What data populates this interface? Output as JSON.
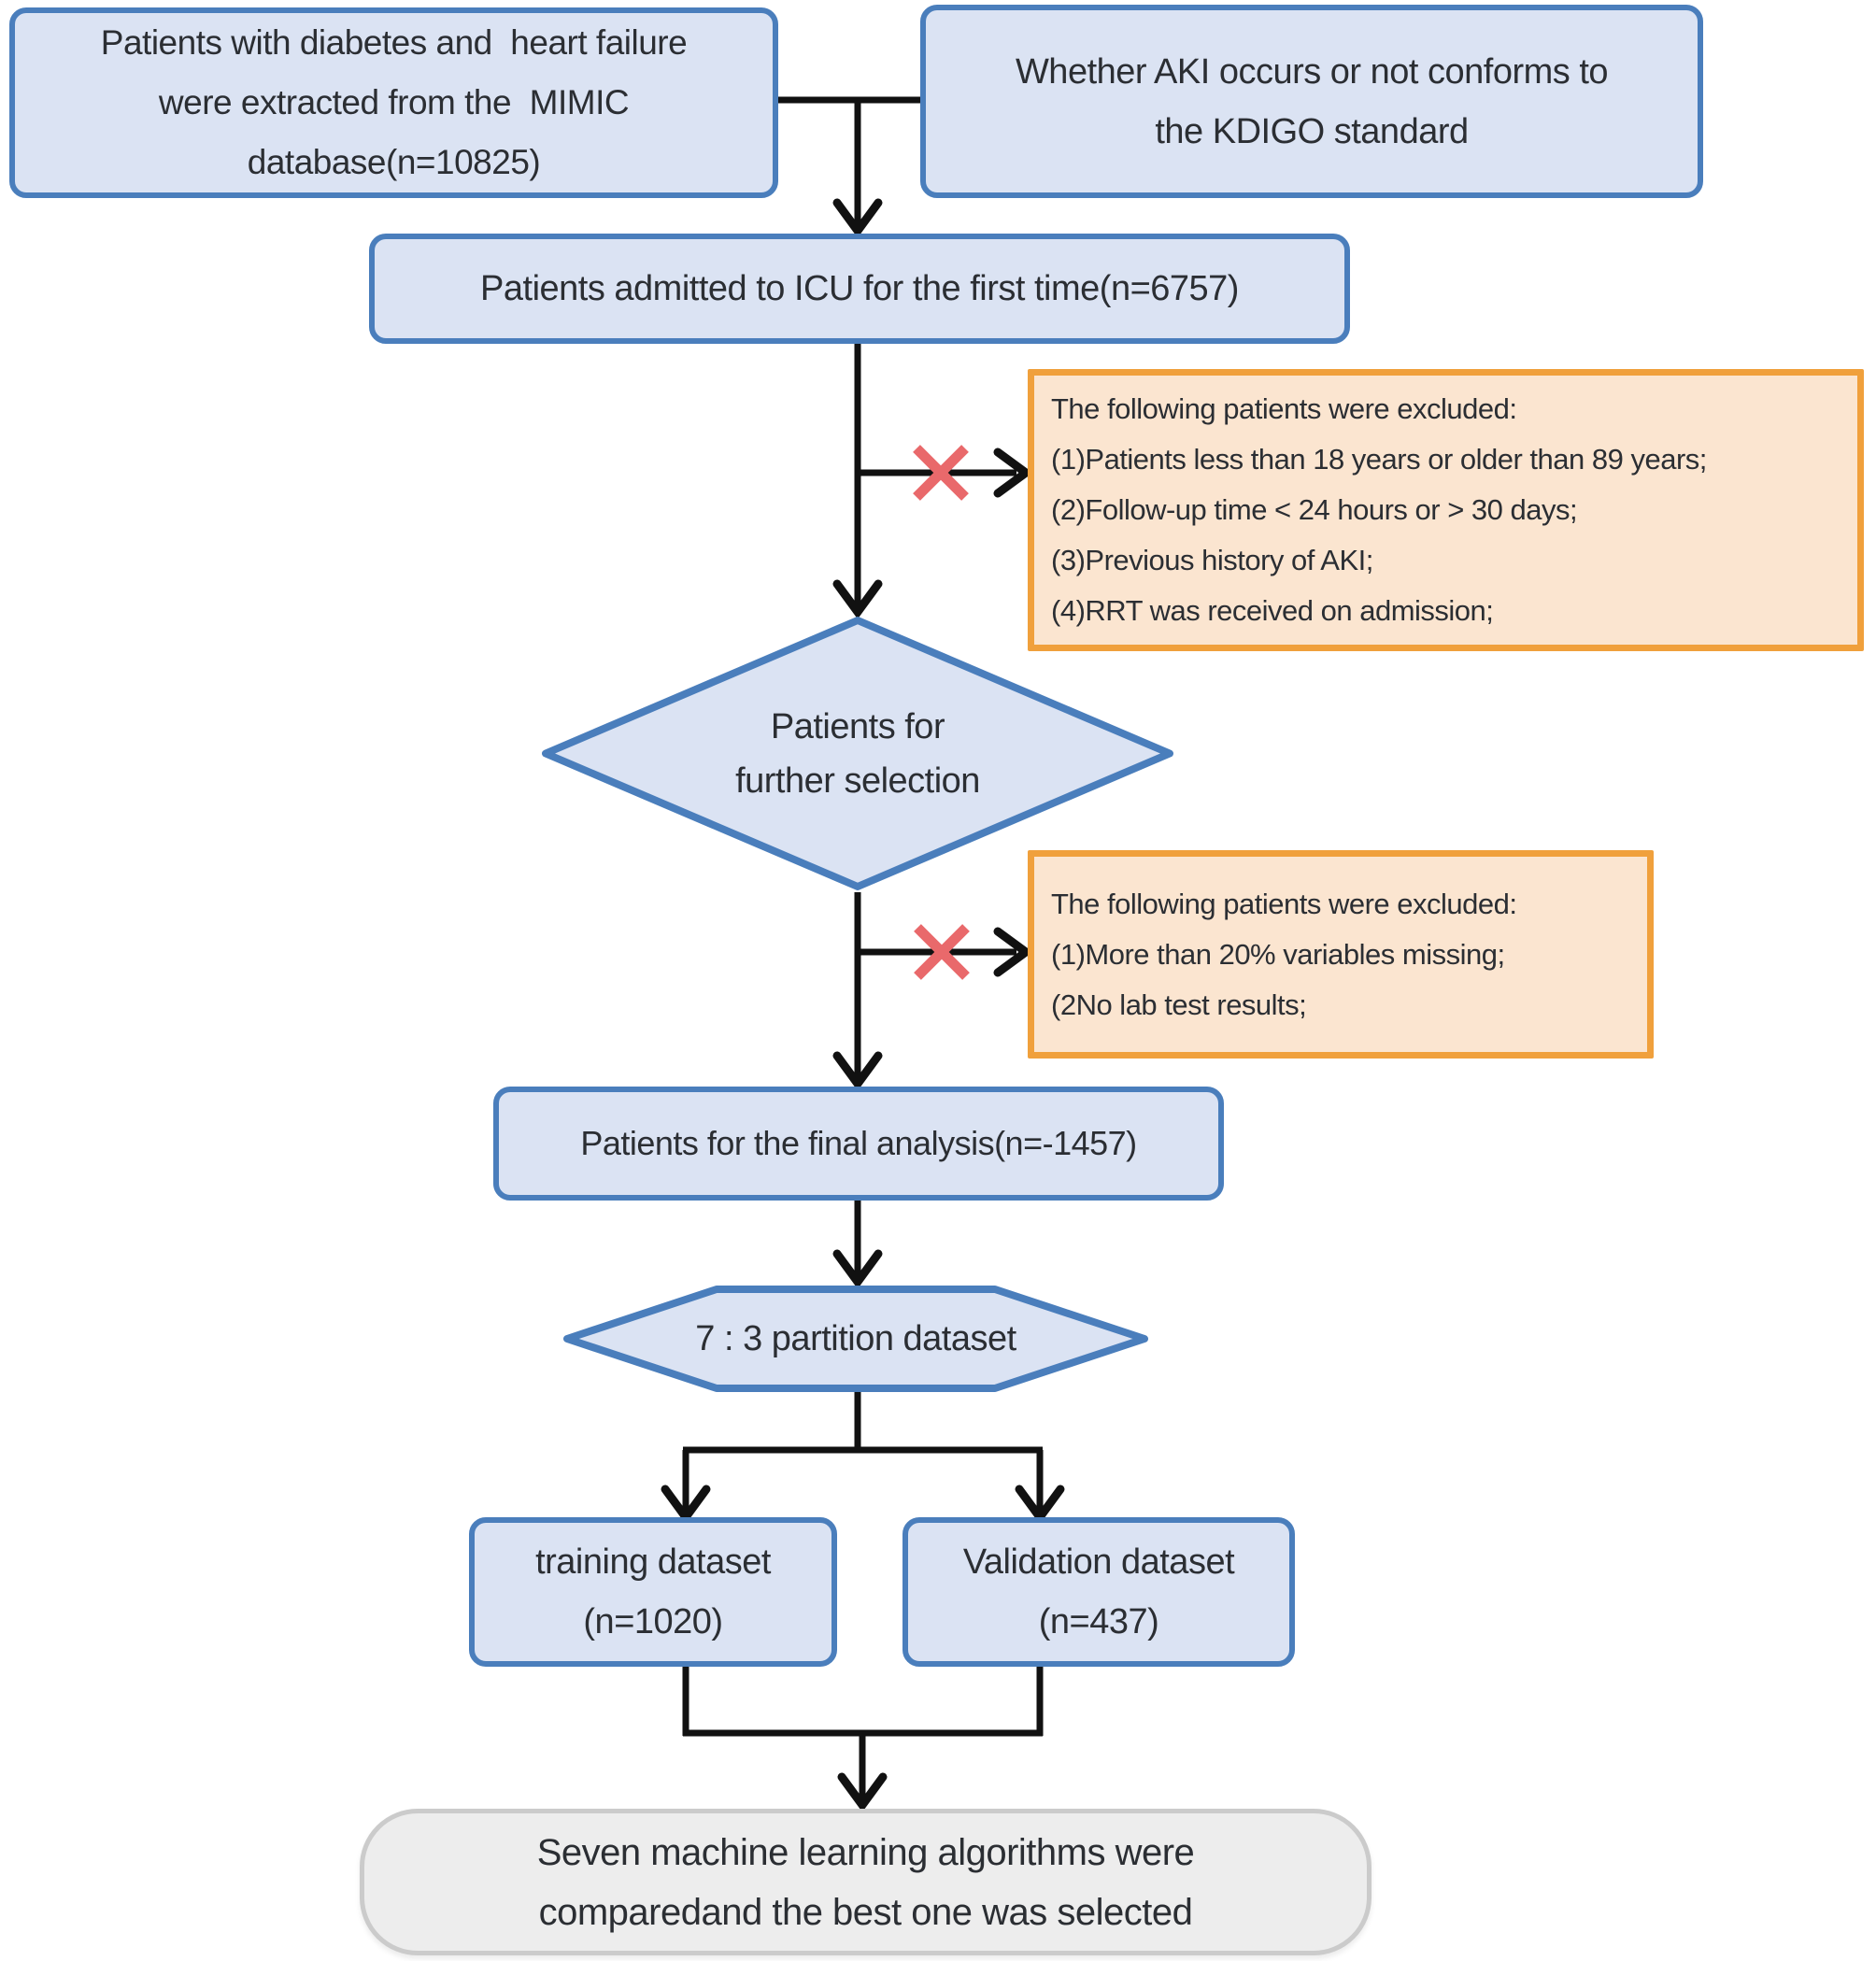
{
  "figure_type": "patient-selection-flowchart",
  "nodes": {
    "source": "Patients with diabetes and  heart failure\nwere extracted from the  MIMIC\ndatabase(n=10825)",
    "kdigo": "Whether AKI occurs or not conforms to\nthe KDIGO standard",
    "icu": "Patients admitted to ICU for the first time(n=6757)",
    "exclusion1": "The following patients were excluded:\n(1)Patients less than 18 years or older than 89 years;\n(2)Follow-up time < 24 hours or > 30 days;\n(3)Previous history of AKI;\n(4)RRT was received on admission;",
    "decision": "Patients for\nfurther selection",
    "exclusion2": "The following patients were excluded:\n(1)More than 20% variables missing;\n(2No lab test results;",
    "final": "Patients for the final analysis(n=-1457)",
    "partition": "7 : 3 partition dataset",
    "training": "training dataset\n(n=1020)",
    "validation": "Validation dataset\n(n=437)",
    "result": "Seven machine learning algorithms were\ncomparedand the best one was selected"
  },
  "counts": {
    "extracted": 10825,
    "first_icu_admission": 6757,
    "final_analysis": 1457,
    "training": 1020,
    "validation": 437
  },
  "colors": {
    "process_fill": "#dbe3f3",
    "process_border": "#4a7ebc",
    "exclusion_fill": "#fbe5d0",
    "exclusion_border": "#f0a03c",
    "result_fill": "#ededed",
    "result_border": "#cbcbcb",
    "connector": "#111111",
    "exclusion_x": "#e9696b",
    "text": "#2b2e33"
  }
}
